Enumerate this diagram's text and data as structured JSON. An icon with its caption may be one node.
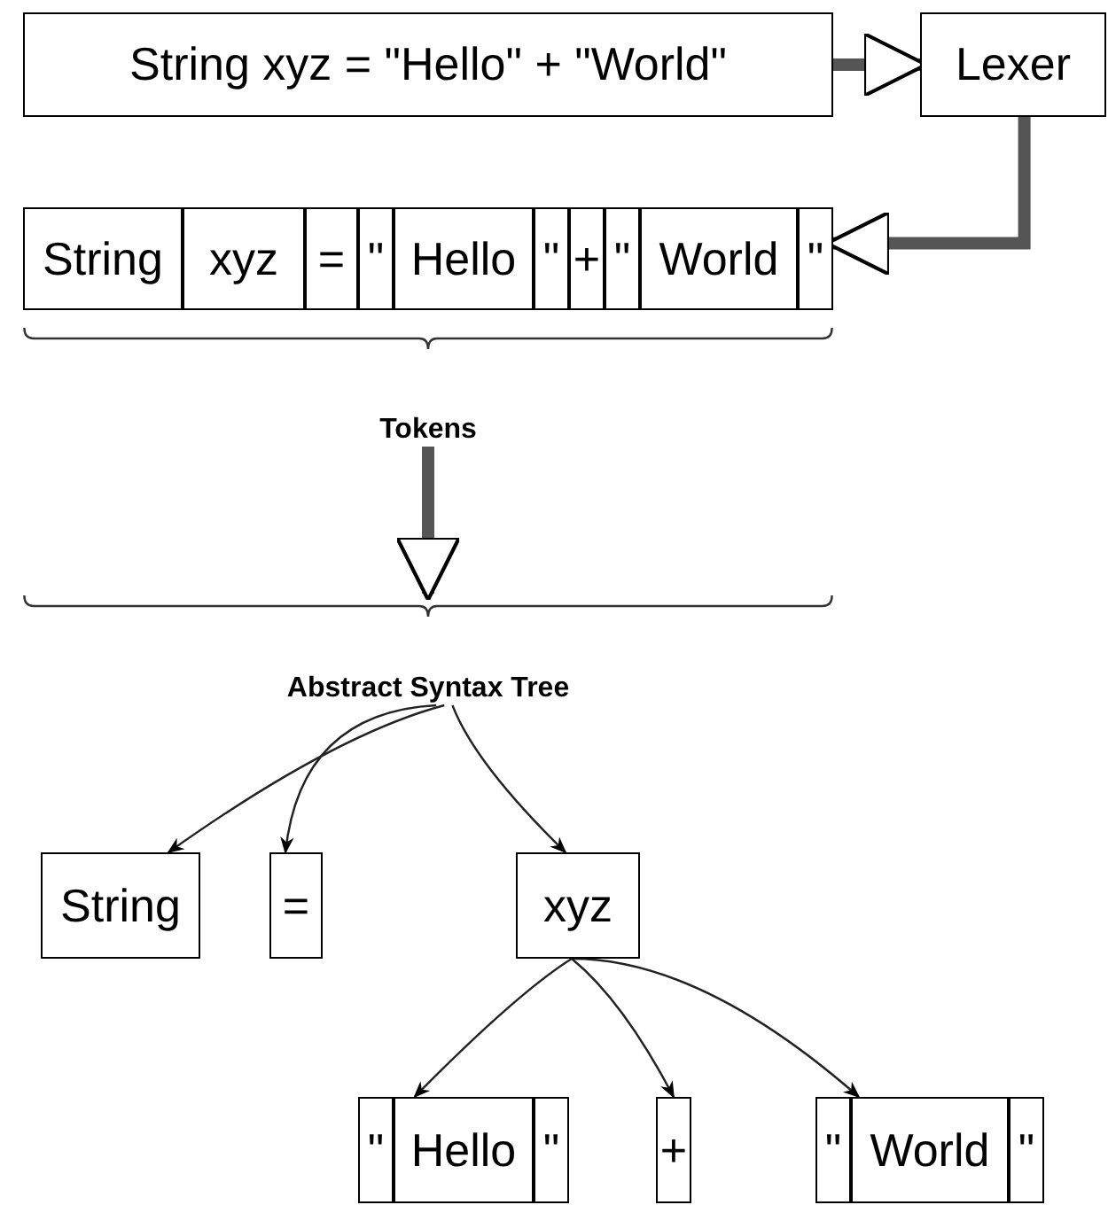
{
  "diagram": {
    "nodes": [
      {
        "text": [
          "String xyz = \"Hello\" + \"World\""
        ]
      },
      {
        "text": [
          "Lexer"
        ]
      },
      {
        "text": [
          "String"
        ]
      },
      {
        "text": [
          "xyz"
        ]
      },
      {
        "text": [
          "="
        ]
      },
      {
        "text": [
          "\""
        ]
      },
      {
        "text": [
          "Hello"
        ]
      },
      {
        "text": [
          "\""
        ]
      },
      {
        "text": [
          "+"
        ]
      },
      {
        "text": [
          "\""
        ]
      },
      {
        "text": [
          "World"
        ]
      },
      {
        "text": [
          "\""
        ]
      },
      {
        "text": [
          "Tokens"
        ]
      },
      {
        "text": [
          "Abstract Syntax Tree"
        ]
      },
      {
        "text": [
          "String"
        ]
      },
      {
        "text": [
          "="
        ]
      },
      {
        "text": [
          "xyz"
        ]
      },
      {
        "text": [
          "\""
        ]
      },
      {
        "text": [
          "Hello"
        ]
      },
      {
        "text": [
          "\""
        ]
      },
      {
        "text": [
          "+"
        ]
      },
      {
        "text": [
          "\""
        ]
      },
      {
        "text": [
          "World"
        ]
      },
      {
        "text": [
          "\""
        ]
      }
    ],
    "edges": [
      {
        "from": 0,
        "to": 1,
        "arrow": "to",
        "style": "thick"
      },
      {
        "from": 1,
        "to": 11,
        "arrow": "to",
        "style": "thick"
      },
      {
        "from": 12,
        "to": 13,
        "arrow": "to",
        "style": "thick"
      },
      {
        "from": 13,
        "to": 14,
        "arrow": "to"
      },
      {
        "from": 13,
        "to": 15,
        "arrow": "to"
      },
      {
        "from": 13,
        "to": 16,
        "arrow": "to"
      },
      {
        "from": 16,
        "to": 18,
        "arrow": "to"
      },
      {
        "from": 16,
        "to": 20,
        "arrow": "to"
      },
      {
        "from": 16,
        "to": 22,
        "arrow": "to"
      }
    ]
  }
}
